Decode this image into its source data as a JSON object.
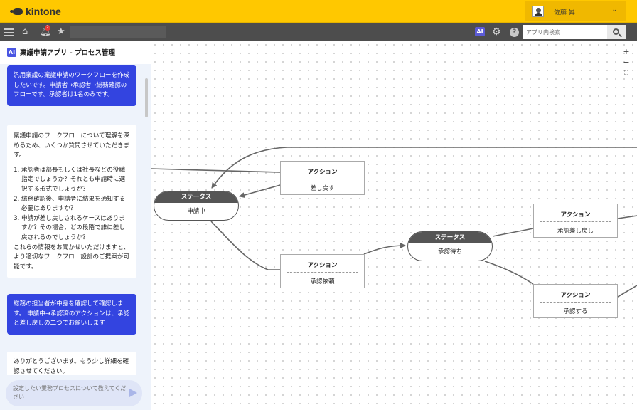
{
  "header": {
    "logo_text": "kintone",
    "user_name": "佐藤 昇",
    "colors": {
      "header_bg": "#ffc800",
      "toolbar_bg": "#4d4d4d",
      "accent": "#3344e0"
    }
  },
  "toolbar": {
    "notification_count": "2",
    "ai_label": "AI",
    "search_placeholder": "アプリ内検索",
    "icons": [
      "menu-icon",
      "home-icon",
      "bell-icon",
      "star-icon",
      "ai-icon",
      "gear-icon",
      "help-icon",
      "search-icon"
    ]
  },
  "page": {
    "ai_label": "AI",
    "title": "稟議申請アプリ - プロセス管理"
  },
  "chat": {
    "messages": [
      {
        "role": "user",
        "text": "汎用稟議の稟議申請のワークフローを作成したいです。申請者→承認者→総務確認のフローです。承認者は1名のみです。"
      },
      {
        "role": "ai",
        "intro": "稟議申請のワークフローについて理解を深めるため、いくつか質問させていただきます。",
        "items": [
          "承認者は部長もしくは社長などの役職指定でしょうか？それとも申請時に選択する形式でしょうか？",
          "総務確認後、申請者に結果を通知する必要はありますか？",
          "申請が差し戻しされるケースはありますか？その場合、どの段階で誰に差し戻されるのでしょうか？"
        ],
        "outro": "これらの情報をお聞かせいただけますと、より適切なワークフロー設計のご提案が可能です。"
      },
      {
        "role": "user",
        "text": "総務の担当者が中身を確認して確認します。 申請中→承認済のアクションは、承認と差し戻しの二つでお願いします"
      },
      {
        "role": "ai",
        "text": "ありがとうございます。もう少し詳細を確認させてください。"
      }
    ],
    "input_placeholder": "設定したい業務プロセスについて教えてください"
  },
  "canvas": {
    "zoom_in": "+",
    "zoom_out": "−",
    "fit": "⛶",
    "status_nodes": [
      {
        "id": "s1",
        "header": "ステータス",
        "label": "申請中"
      },
      {
        "id": "s2",
        "header": "ステータス",
        "label": "承認待ち"
      }
    ],
    "action_nodes": [
      {
        "id": "a1",
        "header": "アクション",
        "label": "差し戻す"
      },
      {
        "id": "a2",
        "header": "アクション",
        "label": "承認依頼"
      },
      {
        "id": "a3",
        "header": "アクション",
        "label": "承認差し戻し"
      },
      {
        "id": "a4",
        "header": "アクション",
        "label": "承認する"
      }
    ]
  }
}
